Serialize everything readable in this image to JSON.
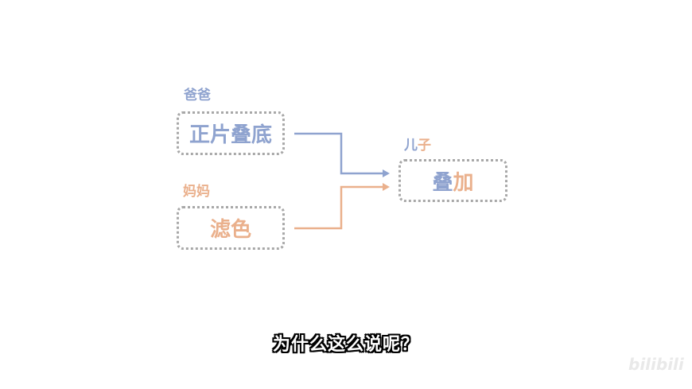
{
  "diagram": {
    "father": {
      "role_label": "爸爸",
      "mode": "正片叠底"
    },
    "mother": {
      "role_label": "妈妈",
      "mode": "滤色"
    },
    "child": {
      "role_label_part1": "儿",
      "role_label_part2": "子",
      "mode_part1": "叠",
      "mode_part2": "加"
    },
    "colors": {
      "father": "#8fa3cf",
      "mother": "#eab08c",
      "box_border": "#a8a8a8"
    }
  },
  "subtitle": "为什么这么说呢？",
  "watermark": "bilibili"
}
